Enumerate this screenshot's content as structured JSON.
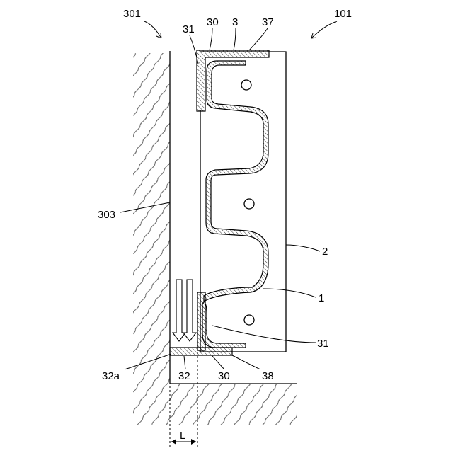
{
  "labels": {
    "ref_301": "301",
    "ref_101": "101",
    "ref_31_top": "31",
    "ref_30_top": "30",
    "ref_3": "3",
    "ref_37": "37",
    "ref_303": "303",
    "ref_2": "2",
    "ref_1": "1",
    "ref_31_bottom": "31",
    "ref_32a": "32a",
    "ref_32": "32",
    "ref_30_bottom": "30",
    "ref_38": "38",
    "dim_L": "L"
  }
}
